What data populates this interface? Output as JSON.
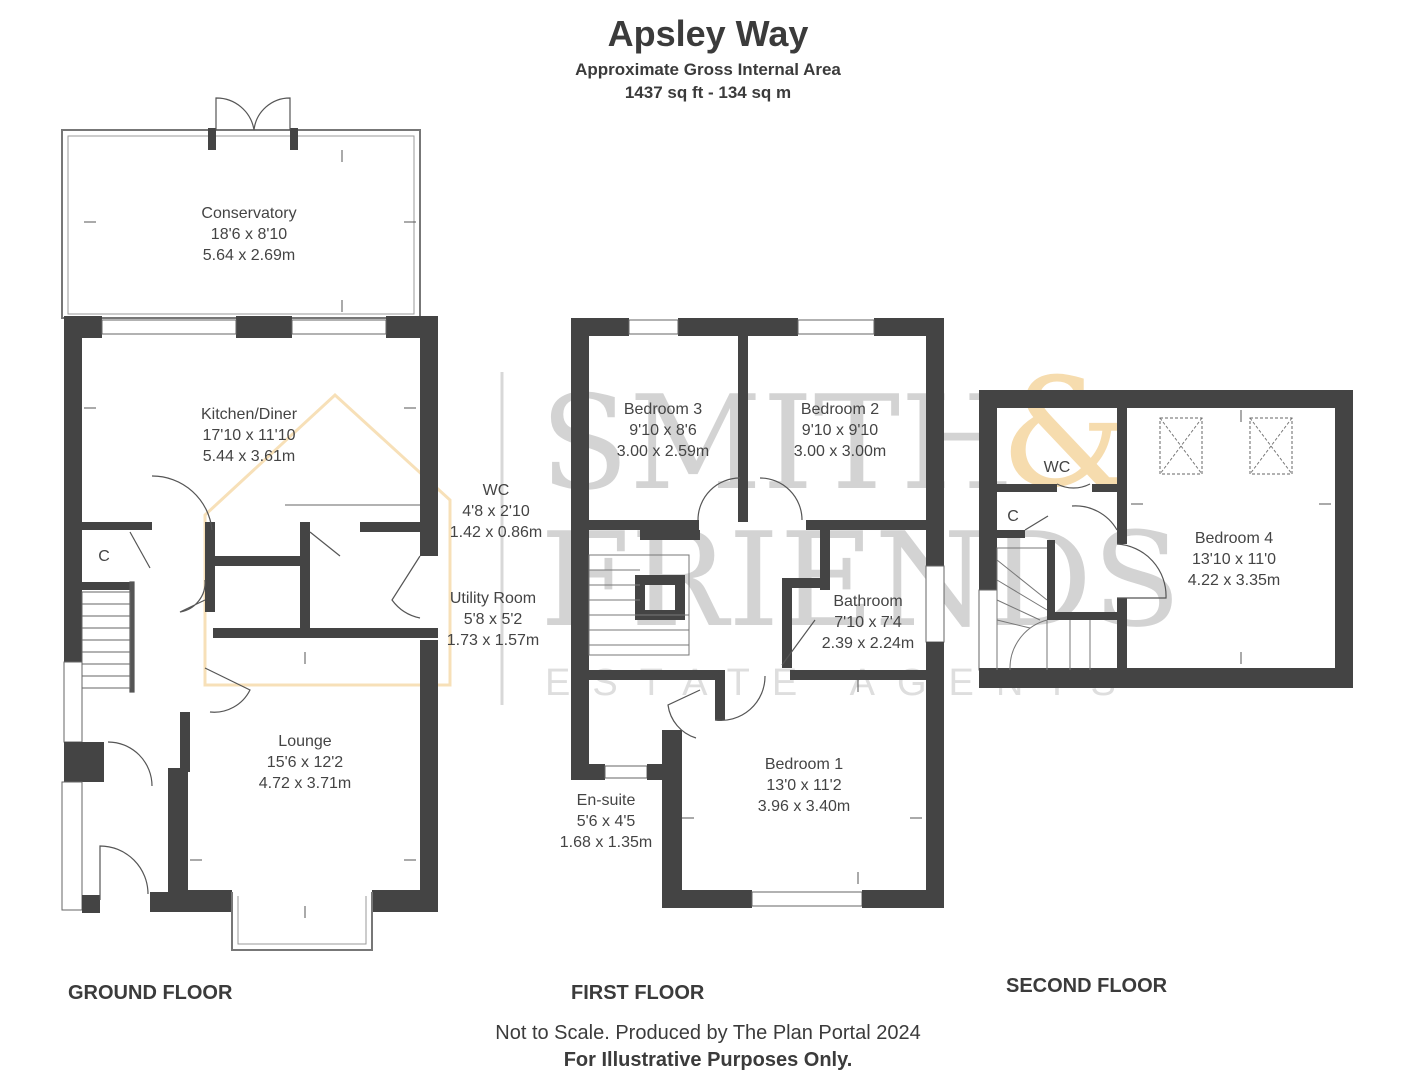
{
  "header": {
    "title": "Apsley Way",
    "subtitle": "Approximate Gross Internal Area",
    "area": "1437 sq ft - 134 sq m"
  },
  "watermark": {
    "line1": "SMITH",
    "ampersand": "&",
    "line2": "FRIENDS",
    "line3": "ESTATE AGENTS"
  },
  "floors": {
    "ground": {
      "label": "GROUND FLOOR",
      "rooms": {
        "conservatory": {
          "name": "Conservatory",
          "imperial": "18'6 x 8'10",
          "metric": "5.64 x 2.69m"
        },
        "kitchen": {
          "name": "Kitchen/Diner",
          "imperial": "17'10 x 11'10",
          "metric": "5.44 x 3.61m"
        },
        "wc": {
          "name": "WC",
          "imperial": "4'8 x 2'10",
          "metric": "1.42 x 0.86m"
        },
        "utility": {
          "name": "Utility Room",
          "imperial": "5'8 x 5'2",
          "metric": "1.73 x 1.57m"
        },
        "lounge": {
          "name": "Lounge",
          "imperial": "15'6 x 12'2",
          "metric": "4.72 x 3.71m"
        },
        "cupboard": {
          "name": "C"
        }
      }
    },
    "first": {
      "label": "FIRST FLOOR",
      "rooms": {
        "bedroom3": {
          "name": "Bedroom 3",
          "imperial": "9'10 x 8'6",
          "metric": "3.00 x 2.59m"
        },
        "bedroom2": {
          "name": "Bedroom 2",
          "imperial": "9'10 x 9'10",
          "metric": "3.00 x 3.00m"
        },
        "bathroom": {
          "name": "Bathroom",
          "imperial": "7'10 x 7'4",
          "metric": "2.39 x 2.24m"
        },
        "bedroom1": {
          "name": "Bedroom 1",
          "imperial": "13'0 x 11'2",
          "metric": "3.96 x 3.40m"
        },
        "ensuite": {
          "name": "En-suite",
          "imperial": "5'6 x 4'5",
          "metric": "1.68 x 1.35m"
        }
      }
    },
    "second": {
      "label": "SECOND FLOOR",
      "rooms": {
        "wc": {
          "name": "WC"
        },
        "cupboard": {
          "name": "C"
        },
        "bedroom4": {
          "name": "Bedroom 4",
          "imperial": "13'10 x 11'0",
          "metric": "4.22 x 3.35m"
        }
      }
    }
  },
  "footer": {
    "line1": "Not to Scale. Produced by The Plan Portal 2024",
    "line2": "For Illustrative Purposes Only."
  },
  "colors": {
    "wall": "#444444",
    "watermark": "#d3d3d3",
    "accent": "#f5d9a8"
  }
}
